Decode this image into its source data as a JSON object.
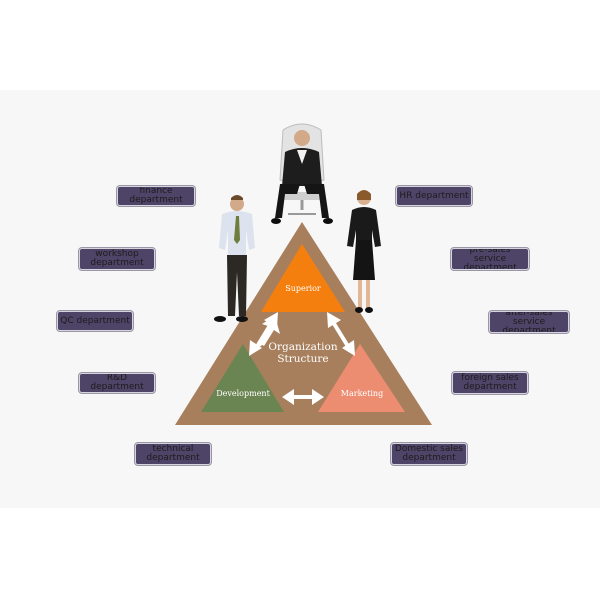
{
  "center": {
    "title_line1": "Organization",
    "title_line2": "Structure"
  },
  "roles": {
    "top": "Superior",
    "left": "Development",
    "right": "Marketing"
  },
  "departments_left": [
    "finance department",
    "workshop\ndepartment",
    "QC department",
    "R&D department",
    "technical\ndepartment"
  ],
  "departments_right": [
    "HR department",
    "pre-sales service\ndepartment",
    "after-sales service\ndepartment",
    "foreign sales\ndepartment",
    "Domestic sales\ndepartment"
  ],
  "colors": {
    "outer_triangle": "#a77f5c",
    "superior": "#f57f0e",
    "development": "#6b8552",
    "marketing": "#ec8d72",
    "dept_fill": "#4e4468"
  }
}
